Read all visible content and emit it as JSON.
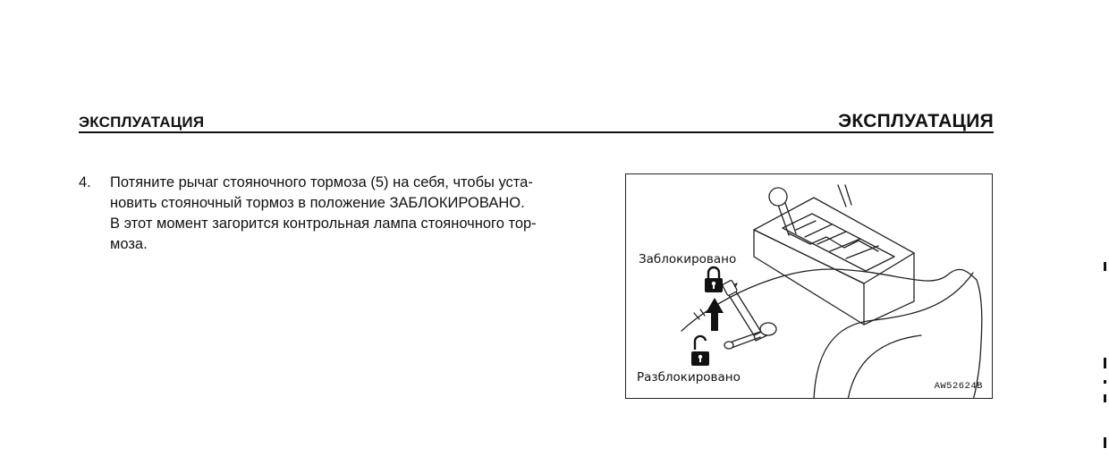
{
  "header": {
    "left_title": "ЭКСПЛУАТАЦИЯ",
    "right_title": "ЭКСПЛУАТАЦИЯ"
  },
  "step": {
    "number": "4.",
    "text": "Потяните рычаг стояночного тормоза (5) на себя, чтобы уста-\nновить стояночный тормоз в положение ЗАБЛОКИРОВАНО.\nВ этот момент загорится контрольная лампа стояночного тор-\nмоза."
  },
  "figure": {
    "label_locked": "Заблокировано",
    "label_unlocked": "Разблокировано",
    "code": "AW52624B",
    "icons": [
      "padlock-closed-icon",
      "padlock-open-icon",
      "arrow-up-icon"
    ]
  }
}
